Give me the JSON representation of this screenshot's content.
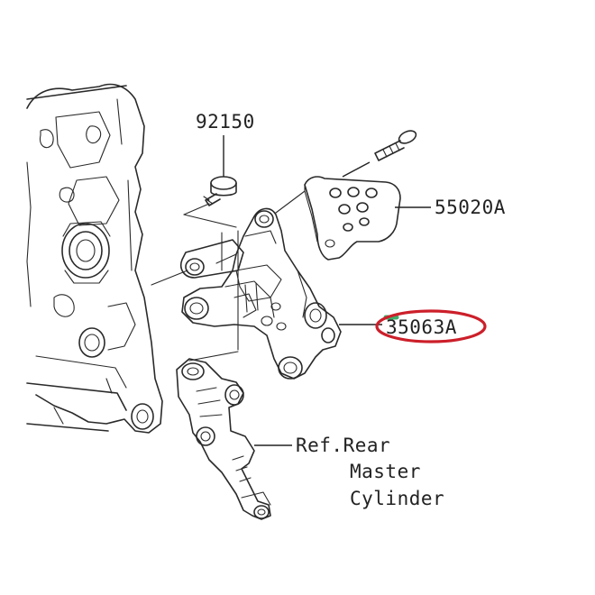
{
  "labels": {
    "bolt_top": "92150",
    "plate": "55020A",
    "bracket": "35063A",
    "ref_line1": "Ref.Rear",
    "ref_line2": "Master",
    "ref_line3": "Cylinder"
  },
  "colors": {
    "line": "#2a2a2a",
    "highlight_ring": "#cc1f2a",
    "label_accent": "#3fae6a"
  }
}
